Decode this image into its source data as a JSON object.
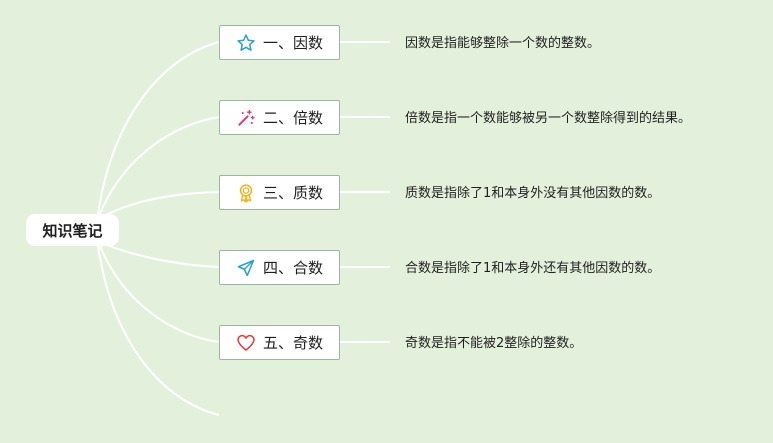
{
  "root": {
    "label": "知识笔记"
  },
  "branches": [
    {
      "label": "一、因数",
      "icon": "star-icon",
      "icon_color": "#2a9fd6",
      "description": "因数是指能够整除一个数的整数。"
    },
    {
      "label": "二、倍数",
      "icon": "magic-wand-icon",
      "icon_color": "#e8306a",
      "description": "倍数是指一个数能够被另一个数整除得到的结果。"
    },
    {
      "label": "三、质数",
      "icon": "award-ribbon-icon",
      "icon_color": "#f2b21b",
      "description": "质数是指除了1和本身外没有其他因数的数。"
    },
    {
      "label": "四、合数",
      "icon": "paper-plane-icon",
      "icon_color": "#2a9fd6",
      "description": "合数是指除了1和本身外还有其他因数的数。"
    },
    {
      "label": "五、奇数",
      "icon": "heart-icon",
      "icon_color": "#e53935",
      "description": "奇数是指不能被2整除的整数。"
    }
  ],
  "colors": {
    "background": "#e3f1dc",
    "connector": "#ffffff",
    "node_border": "#9ab7a2"
  }
}
